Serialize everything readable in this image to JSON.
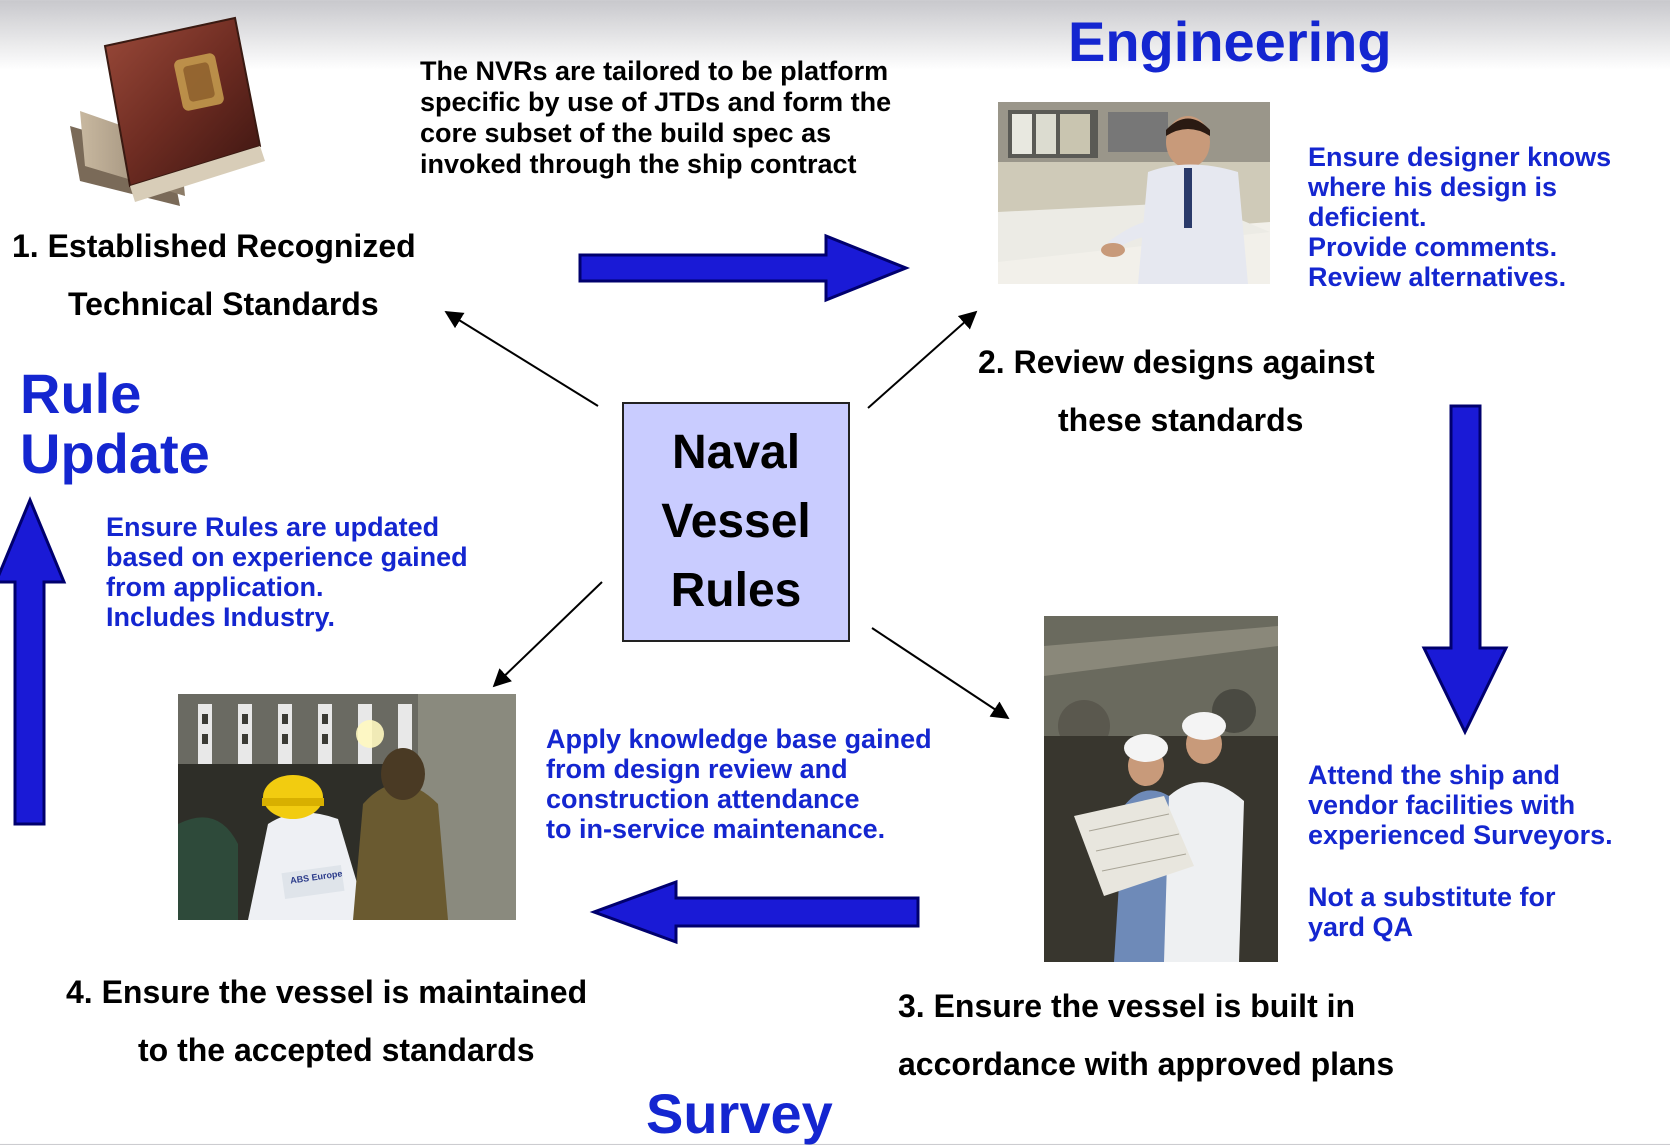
{
  "headings": {
    "engineering": "Engineering",
    "rule_update_line1": "Rule",
    "rule_update_line2": "Update",
    "survey": "Survey"
  },
  "center": {
    "line1": "Naval",
    "line2": "Vessel",
    "line3": "Rules"
  },
  "nvr_note": [
    "The NVRs are tailored to be platform",
    "specific by use of JTDs and form the",
    "core subset of the build spec as",
    "invoked through the ship contract"
  ],
  "steps": {
    "step1_line1": "1. Established Recognized",
    "step1_line2": "Technical Standards",
    "step2_line1": "2. Review designs against",
    "step2_line2": "these standards",
    "step3_line1": "3. Ensure the vessel is built in",
    "step3_line2": "accordance with approved plans",
    "step4_line1": "4. Ensure the vessel is maintained",
    "step4_line2": "to the accepted standards"
  },
  "notes": {
    "engineering": [
      "Ensure designer knows",
      "where his design is",
      "deficient.",
      "Provide comments.",
      "Review alternatives."
    ],
    "rule_update": [
      "Ensure Rules are updated",
      "based on experience gained",
      "from application.",
      "Includes Industry."
    ],
    "survey_apply": [
      "Apply knowledge base gained",
      "from design review and",
      "construction attendance",
      "to in-service maintenance."
    ],
    "attend": [
      "Attend the ship and",
      "vendor facilities with",
      "experienced Surveyors."
    ],
    "not_substitute": [
      "Not a substitute for",
      "yard QA"
    ]
  },
  "photo_text": {
    "jacket_badge": "ABS Europe"
  },
  "colors": {
    "accent_blue": "#1426d0",
    "arrow_fill": "#1a1ad6",
    "arrow_stroke": "#00006e",
    "center_box_fill": "#c9ccff"
  },
  "icons": {
    "book": "book-icon",
    "engineer_photo": "engineer-photo",
    "welder_photo": "welder-photo",
    "shipyard_photo": "shipyard-photo"
  }
}
